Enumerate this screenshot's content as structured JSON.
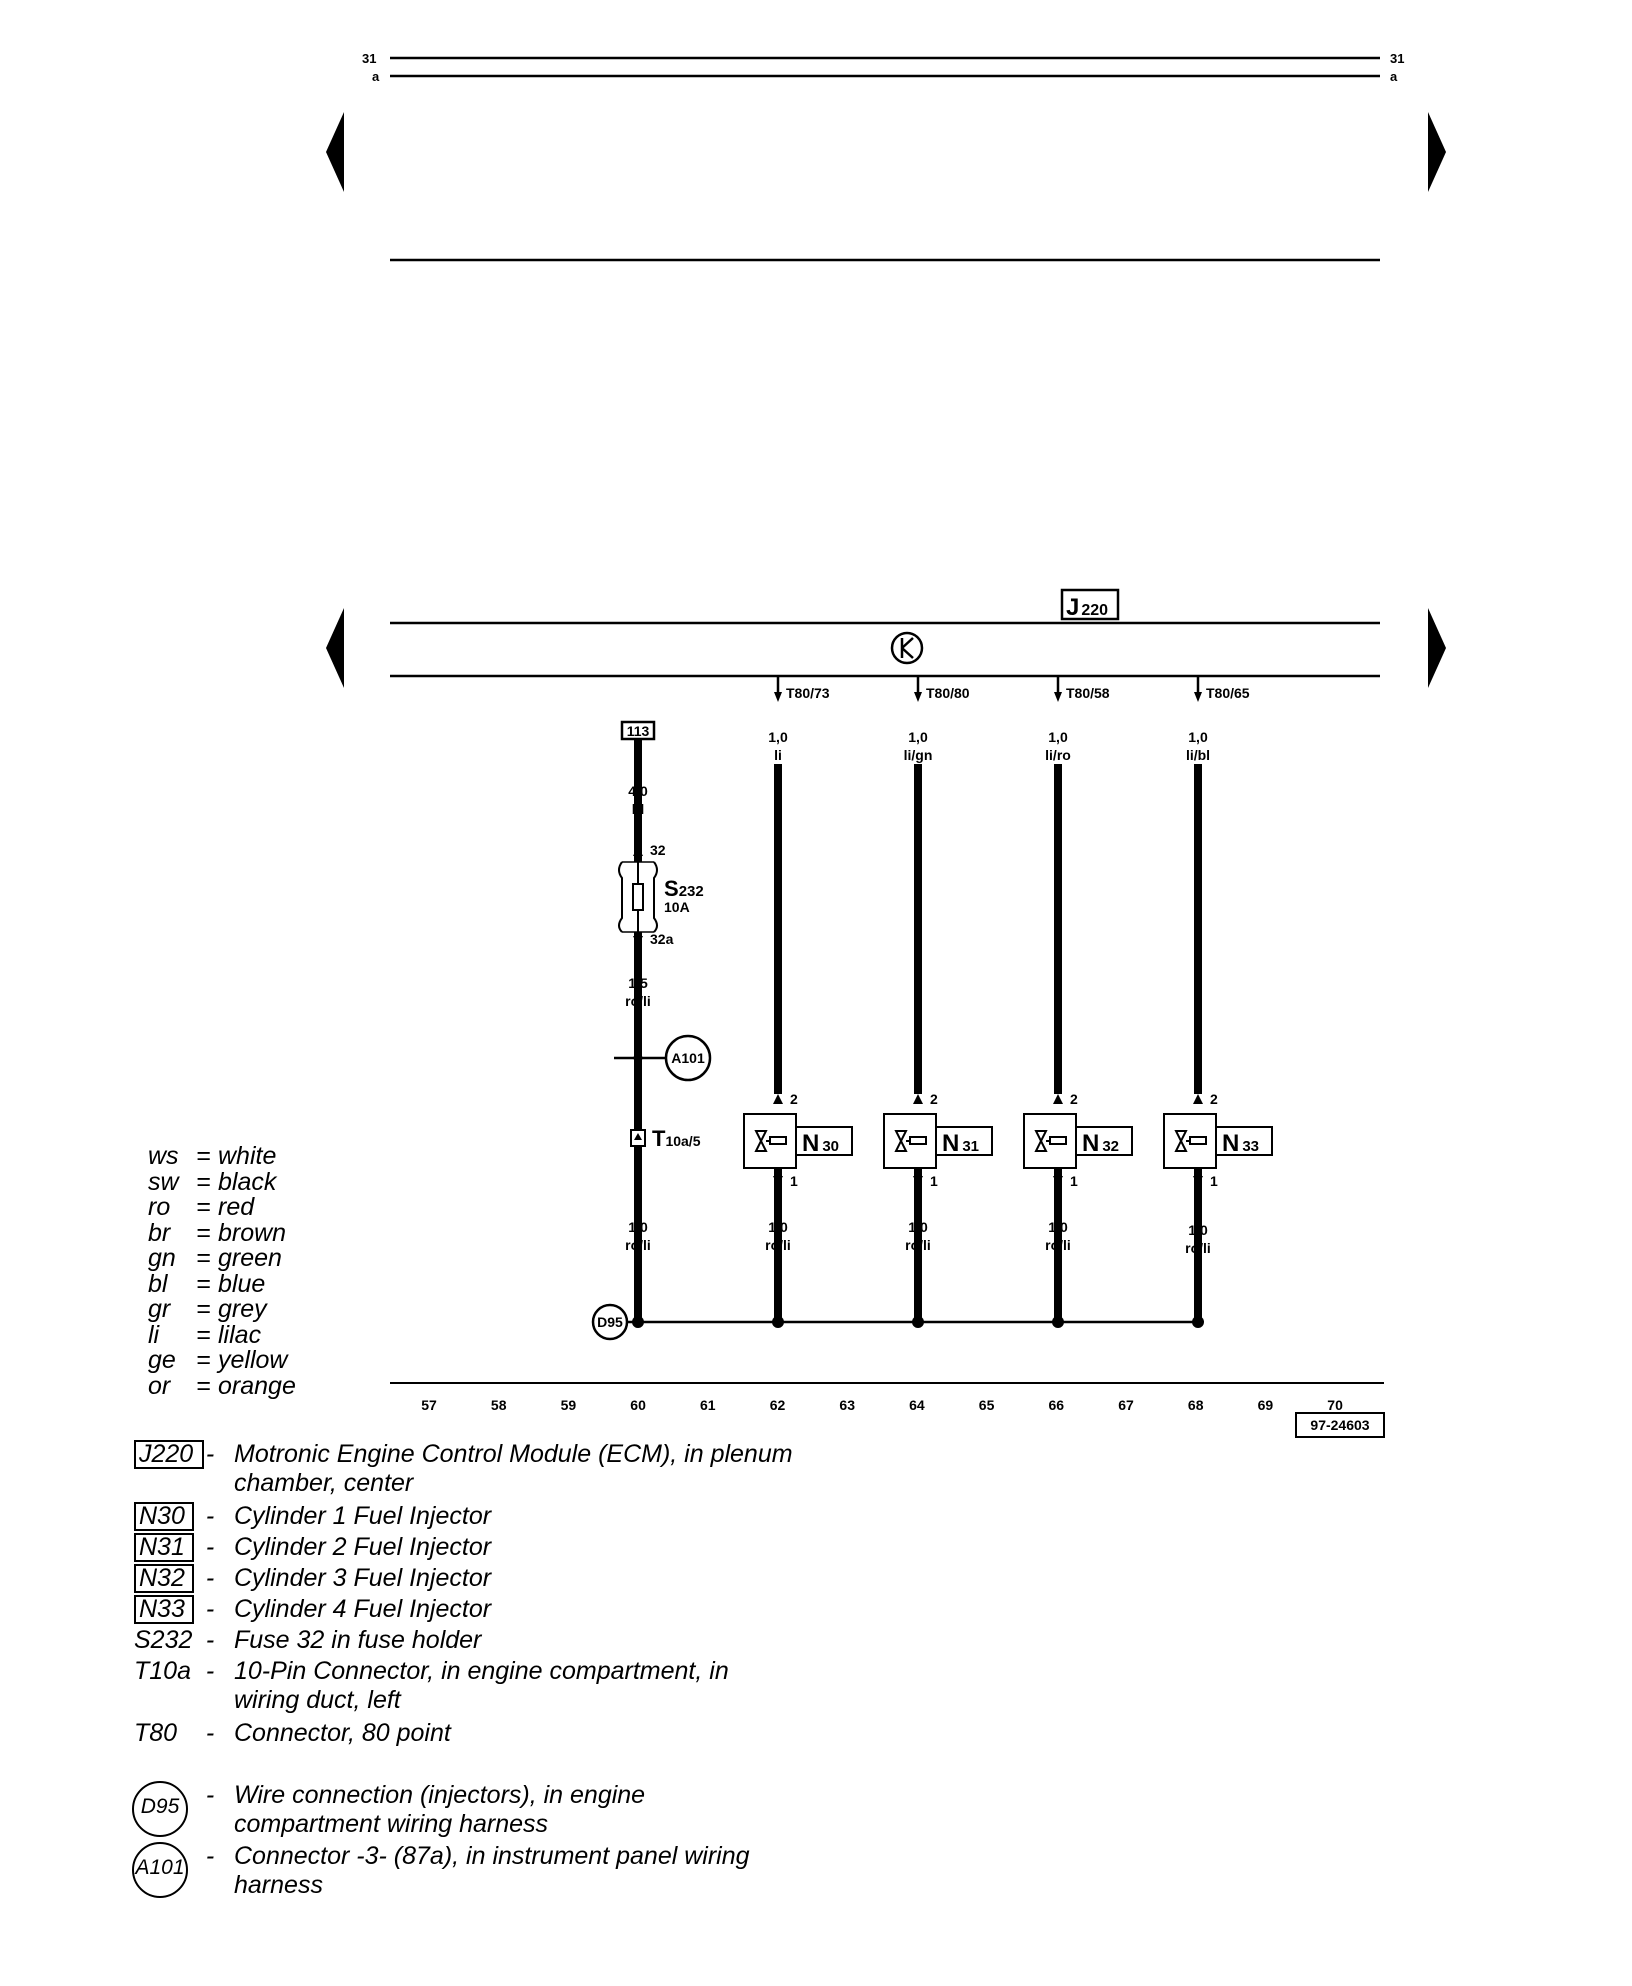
{
  "top_strip": {
    "line_31_label": "31",
    "line_a_label": "a"
  },
  "module": {
    "label": "J",
    "sub": "220"
  },
  "ecm_pins": [
    {
      "pin": "T80/73",
      "gauge": "1,0",
      "color": "li"
    },
    {
      "pin": "T80/80",
      "gauge": "1,0",
      "color": "li/gn"
    },
    {
      "pin": "T80/58",
      "gauge": "1,0",
      "color": "li/ro"
    },
    {
      "pin": "T80/65",
      "gauge": "1,0",
      "color": "li/bl"
    }
  ],
  "injectors": [
    {
      "label": "N",
      "sub": "30",
      "pin_top": "2",
      "pin_bottom": "1",
      "gauge": "1,0",
      "color": "ro/li"
    },
    {
      "label": "N",
      "sub": "31",
      "pin_top": "2",
      "pin_bottom": "1",
      "gauge": "1,0",
      "color": "ro/li"
    },
    {
      "label": "N",
      "sub": "32",
      "pin_top": "2",
      "pin_bottom": "1",
      "gauge": "1,0",
      "color": "ro/li"
    },
    {
      "label": "N",
      "sub": "33",
      "pin_top": "2",
      "pin_bottom": "1",
      "gauge": "1,0",
      "color": "ro/li"
    }
  ],
  "supply": {
    "ref": "113",
    "gauge1": "4,0",
    "color1": "bl",
    "fuse_pin_in": "32",
    "fuse_label": "S",
    "fuse_sub": "232",
    "fuse_rating": "10A",
    "fuse_pin_out": "32a",
    "gauge2": "1,5",
    "color2": "ro/li",
    "splice": "A101",
    "connector_label": "T",
    "connector_sub": "10a/5",
    "gauge3": "1,0",
    "color3": "ro/li",
    "ground": "D95"
  },
  "tracks": [
    "57",
    "58",
    "59",
    "60",
    "61",
    "62",
    "63",
    "64",
    "65",
    "66",
    "67",
    "68",
    "69",
    "70"
  ],
  "diagram_id": "97-24603",
  "color_legend": [
    {
      "code": "ws",
      "name": "white"
    },
    {
      "code": "sw",
      "name": "black"
    },
    {
      "code": "ro",
      "name": "red"
    },
    {
      "code": "br",
      "name": "brown"
    },
    {
      "code": "gn",
      "name": "green"
    },
    {
      "code": "bl",
      "name": "blue"
    },
    {
      "code": "gr",
      "name": "grey"
    },
    {
      "code": "li",
      "name": "lilac"
    },
    {
      "code": "ge",
      "name": "yellow"
    },
    {
      "code": "or",
      "name": "orange"
    }
  ],
  "key": [
    {
      "code": "J220",
      "style": "boxed",
      "dash": "-",
      "desc": "Motronic Engine Control Module (ECM), in plenum chamber, center"
    },
    {
      "code": "N30",
      "style": "boxed",
      "dash": "-",
      "desc": "Cylinder 1 Fuel Injector"
    },
    {
      "code": "N31",
      "style": "boxed",
      "dash": "-",
      "desc": "Cylinder 2 Fuel Injector"
    },
    {
      "code": "N32",
      "style": "boxed",
      "dash": "-",
      "desc": "Cylinder 3 Fuel Injector"
    },
    {
      "code": "N33",
      "style": "boxed",
      "dash": "-",
      "desc": "Cylinder 4 Fuel Injector"
    },
    {
      "code": "S232",
      "style": "plain",
      "dash": "-",
      "desc": "Fuse 32 in fuse holder"
    },
    {
      "code": "T10a",
      "style": "plain",
      "dash": "-",
      "desc": "10-Pin Connector, in engine compartment, in wiring duct, left"
    },
    {
      "code": "T80",
      "style": "plain",
      "dash": "-",
      "desc": "Connector, 80 point"
    },
    {
      "code": "D95",
      "style": "circled",
      "dash": "-",
      "desc": "Wire connection (injectors), in engine compartment wiring harness"
    },
    {
      "code": "A101",
      "style": "circled",
      "dash": "-",
      "desc": "Connector -3- (87a), in instrument panel wiring harness"
    }
  ]
}
